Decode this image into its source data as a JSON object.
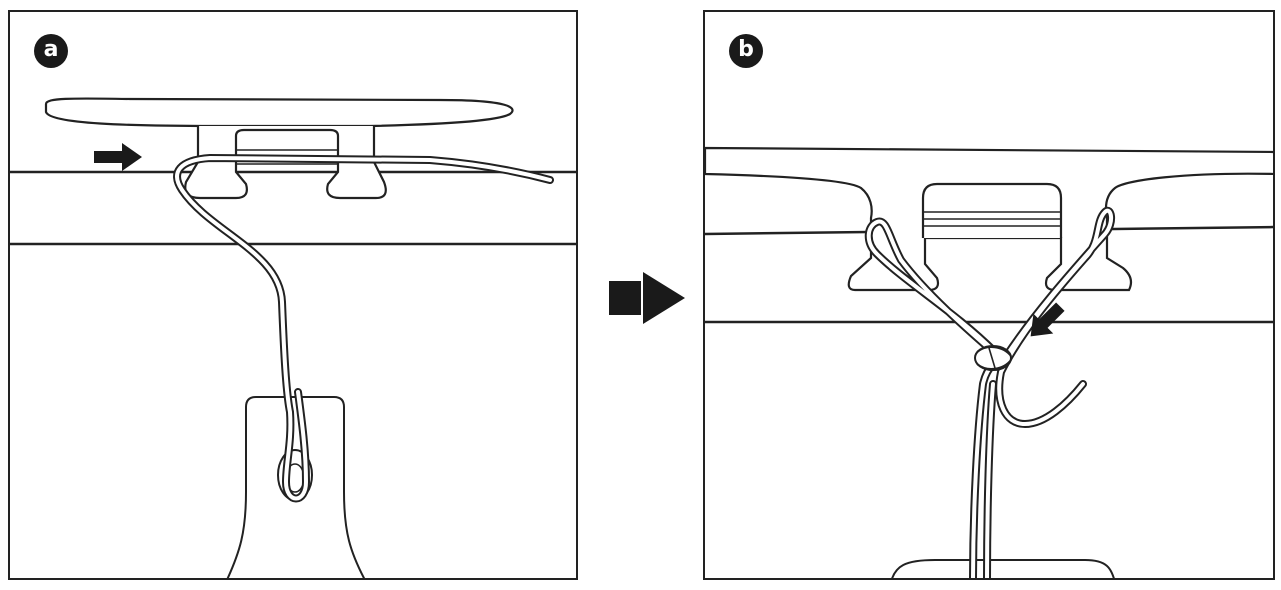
{
  "panels": [
    {
      "id": "a",
      "label": "a"
    },
    {
      "id": "b",
      "label": "b"
    }
  ],
  "colors": {
    "line": "#222222",
    "rope": "#ffffff",
    "arrow": "#1a1a1a"
  },
  "icons": {
    "direction": "arrow-right-icon",
    "transition": "block-arrow-right-icon",
    "pull": "arrow-down-left-icon"
  }
}
